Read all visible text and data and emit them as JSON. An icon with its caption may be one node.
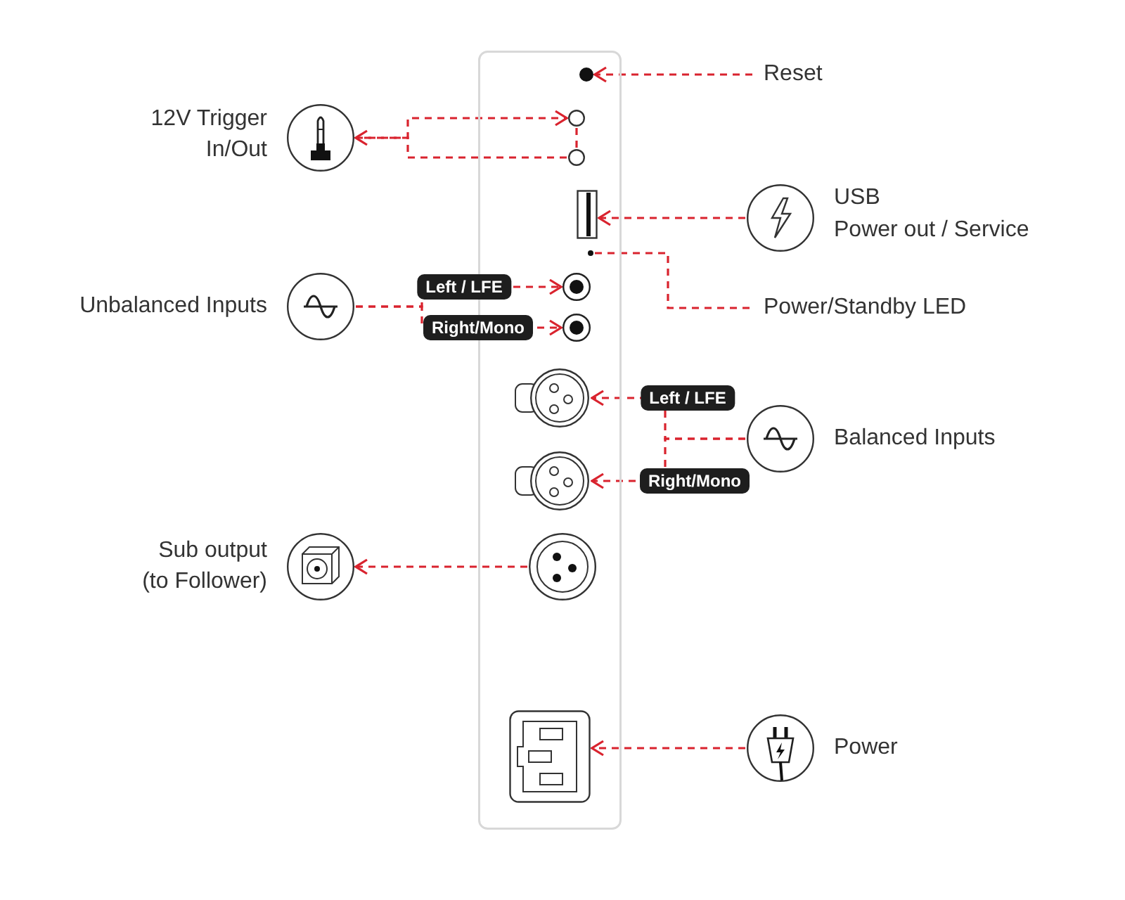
{
  "diagram": {
    "nodes": [
      {
        "text": [],
        "shape": "box"
      },
      {
        "text": [],
        "shape": "circle",
        "in": 0
      },
      {
        "text": [],
        "shape": "circle",
        "in": 0
      },
      {
        "text": [],
        "shape": "circle",
        "in": 0
      },
      {
        "text": [],
        "shape": "box",
        "in": 0
      },
      {
        "text": [],
        "shape": "circle",
        "in": 0
      },
      {
        "text": [],
        "shape": "circle",
        "in": 0
      },
      {
        "text": [],
        "shape": "circle",
        "in": 0
      },
      {
        "text": [],
        "shape": "circle",
        "in": 0
      },
      {
        "text": [],
        "shape": "circle",
        "in": 0
      },
      {
        "text": [],
        "shape": "circle",
        "in": 0
      },
      {
        "text": [],
        "shape": "box",
        "in": 0
      },
      {
        "text": [
          "Reset"
        ]
      },
      {
        "text": [],
        "shape": "circle",
        "beside": [
          "12V Trigger In/Out"
        ]
      },
      {
        "text": [],
        "shape": "circle",
        "beside": [
          "USB",
          "Power out / Service"
        ]
      },
      {
        "text": [
          "Power/Standby LED"
        ]
      },
      {
        "text": [],
        "shape": "circle",
        "beside": [
          "Unbalanced Inputs"
        ]
      },
      {
        "text": [],
        "shape": "circle",
        "beside": [
          "Balanced Inputs"
        ]
      },
      {
        "text": [],
        "shape": "circle",
        "beside": [
          "Sub output (to Follower)"
        ]
      },
      {
        "text": [],
        "shape": "circle",
        "beside": [
          "Power"
        ]
      }
    ],
    "edges": [
      {
        "from": 12,
        "to": 1,
        "arrow": "to"
      },
      {
        "from": 13,
        "to": 2,
        "arrow": "to"
      },
      {
        "from": 3,
        "to": 13,
        "arrow": "to"
      },
      {
        "from": 2,
        "to": 3,
        "arrow": "none"
      },
      {
        "from": 14,
        "to": 4,
        "arrow": "to"
      },
      {
        "from": 5,
        "to": 15,
        "arrow": "none"
      },
      {
        "from": 16,
        "to": 6,
        "arrow": "to",
        "label": "Left / LFE"
      },
      {
        "from": 16,
        "to": 7,
        "arrow": "to",
        "label": "Right/Mono"
      },
      {
        "from": 17,
        "to": 8,
        "arrow": "to",
        "label": "Left / LFE"
      },
      {
        "from": 17,
        "to": 9,
        "arrow": "to",
        "label": "Right/Mono"
      },
      {
        "from": 10,
        "to": 18,
        "arrow": "to"
      },
      {
        "from": 19,
        "to": 11,
        "arrow": "to"
      }
    ]
  }
}
